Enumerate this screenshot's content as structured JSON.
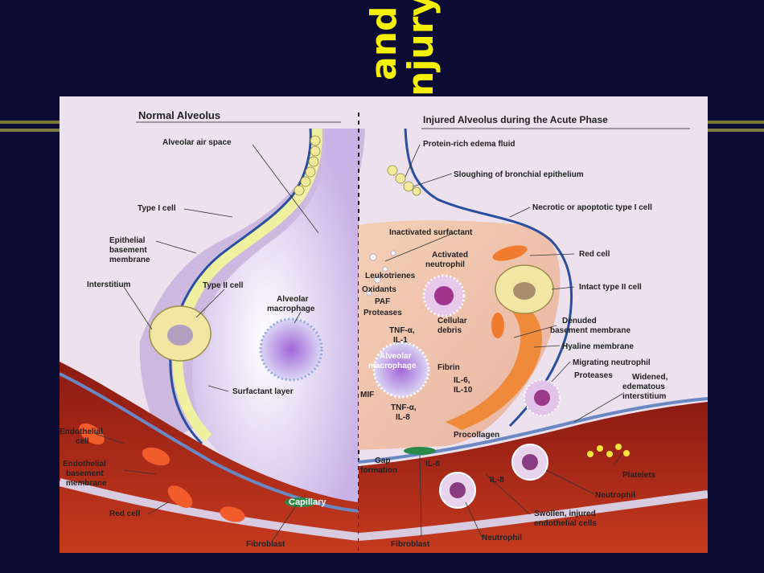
{
  "slide": {
    "title_line_1": "and",
    "title_line_2": "njury",
    "colors": {
      "background": "#0b0b33",
      "title": "#f5f000",
      "rule": "#7a7a3a"
    }
  },
  "figure": {
    "left_header": "Normal Alveolus",
    "right_header": "Injured Alveolus during the Acute Phase",
    "left_labels": {
      "air_space": "Alveolar air space",
      "type1": "Type I cell",
      "epithelial": [
        "Epithelial",
        "basement",
        "membrane"
      ],
      "interstitium": "Interstitium",
      "type2": "Type II cell",
      "macrophage": [
        "Alveolar",
        "macrophage"
      ],
      "surfactant": "Surfactant layer",
      "endothelial": [
        "Endothelial",
        "cell"
      ],
      "endo_bm": [
        "Endothelial",
        "basement",
        "membrane"
      ],
      "red_cell": "Red cell",
      "capillary": "Capillary",
      "fibroblast": "Fibroblast"
    },
    "right_labels": {
      "edema": "Protein-rich edema fluid",
      "sloughing": "Sloughing of bronchial epithelium",
      "necrotic": "Necrotic or apoptotic type I cell",
      "inactivated": "Inactivated surfactant",
      "activated_neutrophil": [
        "Activated",
        "neutrophil"
      ],
      "leukotrienes": "Leukotrienes",
      "oxidants": "Oxidants",
      "paf": "PAF",
      "proteases": "Proteases",
      "red_cell": "Red cell",
      "intact_type2": "Intact type II cell",
      "tnf_il1": [
        "TNF-α,",
        "IL-1"
      ],
      "cellular_debris": [
        "Cellular",
        "debris"
      ],
      "denuded": [
        "Denuded",
        "basement membrane"
      ],
      "hyaline": "Hyaline membrane",
      "macrophage": [
        "Alveolar",
        "macrophage"
      ],
      "fibrin": "Fibrin",
      "il6_il10": [
        "IL-6,",
        "IL-10"
      ],
      "migrating": "Migrating neutrophil",
      "proteases2": "Proteases",
      "widened": [
        "Widened,",
        "edematous",
        "interstitium"
      ],
      "mif": "MIF",
      "tnf_il8": [
        "TNF-α,",
        "IL-8"
      ],
      "procollagen": "Procollagen",
      "gap": [
        "Gap",
        "formation"
      ],
      "il8_a": "IL-8",
      "il8_b": "IL-8",
      "platelets": "Platelets",
      "neutrophil": "Neutrophil",
      "swollen": [
        "Swollen, injured",
        "endothelial cells"
      ],
      "fibroblast": "Fibroblast",
      "neutrophil2": "Neutrophil"
    }
  }
}
